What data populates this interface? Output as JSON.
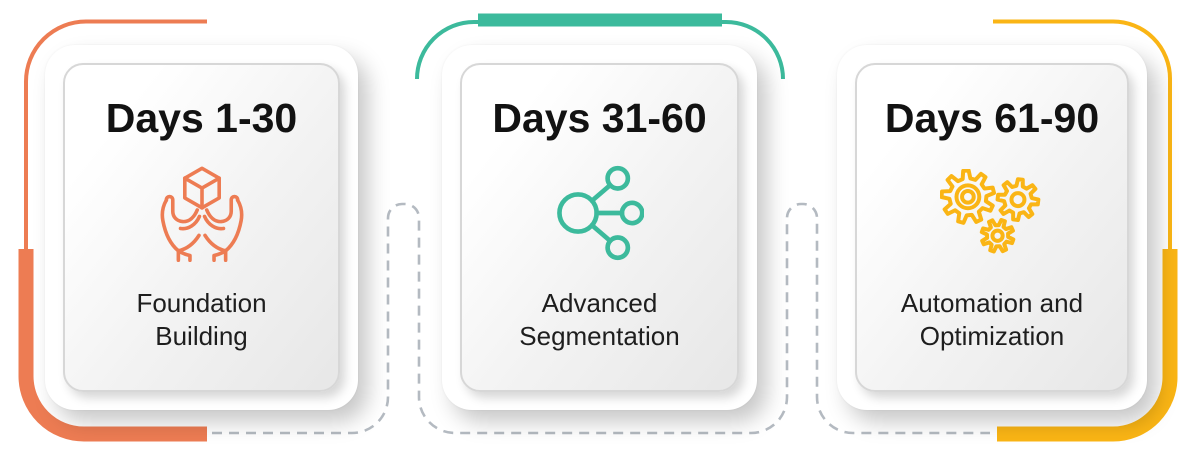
{
  "colors": {
    "orange": "#ED7C53",
    "teal": "#3CBA9C",
    "yellow": "#FAB515",
    "connector": "#B4BAC1",
    "heading": "#121212",
    "body": "#1E1E1E"
  },
  "cards": [
    {
      "title": "Days 1-30",
      "subtitle": "Foundation Building",
      "icon": "hands-holding-box-icon",
      "accent": "#ED7C53"
    },
    {
      "title": "Days 31-60",
      "subtitle": "Advanced Segmentation",
      "icon": "network-nodes-icon",
      "accent": "#3CBA9C"
    },
    {
      "title": "Days 61-90",
      "subtitle": "Automation and Optimization",
      "icon": "gears-icon",
      "accent": "#FAB515"
    }
  ]
}
